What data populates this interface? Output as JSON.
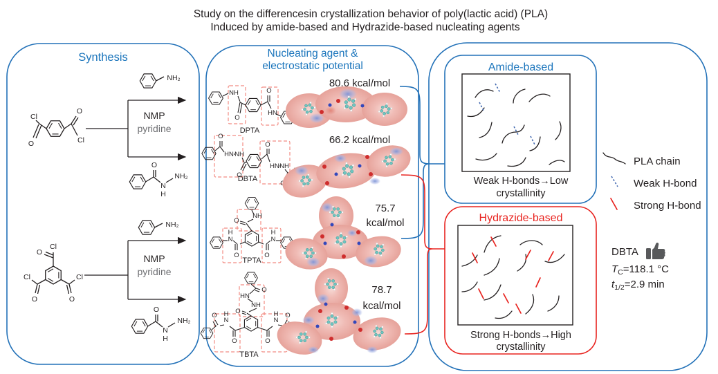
{
  "title": {
    "line1": "Study on the differencesin crystallization behavior of poly(lactic acid) (PLA)",
    "line2": "Induced by amide-based and Hydrazide-based nucleating agents"
  },
  "panels": {
    "synthesis": {
      "title": "Synthesis",
      "reaction1": {
        "solvent": "NMP",
        "base": "pyridine"
      },
      "reaction2": {
        "solvent": "NMP",
        "base": "pyridine"
      }
    },
    "middle": {
      "title_line1": "Nucleating agent &",
      "title_line2": "electrostatic potential",
      "rows": [
        {
          "label": "DPTA",
          "value": "80.6 kcal/mol"
        },
        {
          "label": "DBTA",
          "value": "66.2 kcal/mol"
        },
        {
          "label": "TPTA",
          "value": "75.7 kcal/mol"
        },
        {
          "label": "TBTA",
          "value": "78.7 kcal/mol"
        }
      ]
    },
    "amide": {
      "title": "Amide-based",
      "caption_line1": "Weak H-bonds→Low",
      "caption_line2": "crystallinity"
    },
    "hydrazide": {
      "title": "Hydrazide-based",
      "caption_line1": "Strong H-bonds→High",
      "caption_line2": "crystallinity"
    }
  },
  "legend": {
    "pla": "PLA chain",
    "weak": "Weak H-bond",
    "strong": "Strong H-bond",
    "result": {
      "name": "DBTA",
      "tc_symbol": "T",
      "tc_sub": "C",
      "tc_value": "=118.1 °C",
      "thalf_symbol": "t",
      "thalf_sub": "1/2",
      "thalf_value": "=2.9 min"
    }
  },
  "atoms": {
    "cl": "Cl",
    "o": "O",
    "nh2": "NH₂",
    "nh": "NH",
    "hn": "HN",
    "n": "N",
    "h": "H"
  },
  "icons": {
    "pla_chain": "wavy-line",
    "weak_bond": "blue-dashed-segment",
    "strong_bond": "red-segment",
    "thumbs_up": "thumbs-up"
  },
  "colors": {
    "blue": "#1b75bc",
    "panel_blue": "#2271b8",
    "red": "#e8231f",
    "text": "#231f20",
    "gray": "#6d6e71",
    "dash_red": "#f28b82",
    "esp_pink": "#efb9b3",
    "esp_blue": "#8fa3dc",
    "atom_teal": "#6fc5c1"
  }
}
